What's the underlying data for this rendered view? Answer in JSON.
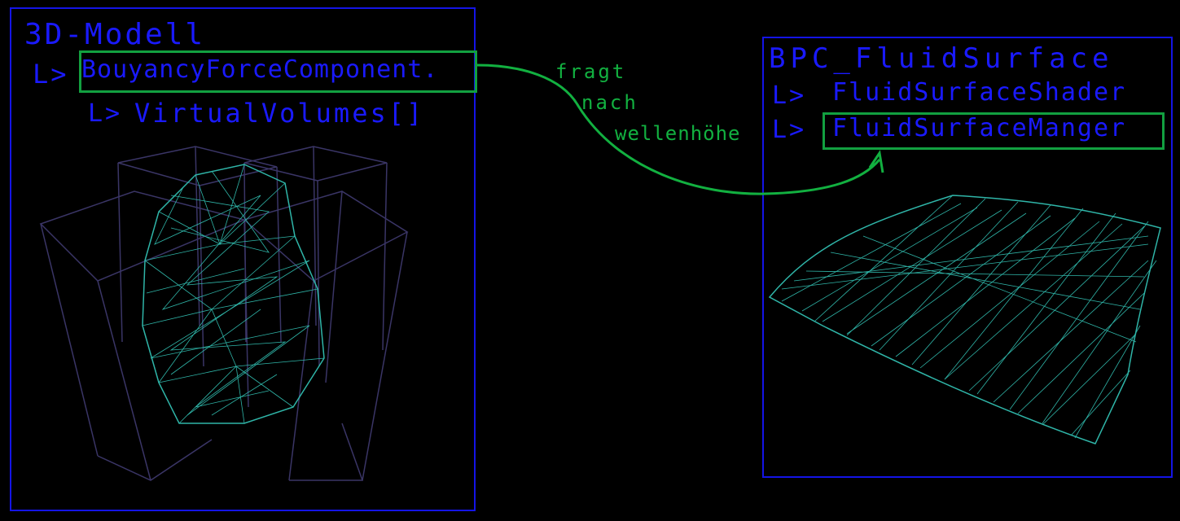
{
  "left": {
    "title": "3D-Modell",
    "arrow": "L>",
    "component": "BouyancyForceComponent.",
    "child_arrow": "L>",
    "child": "VirtualVolumes[]"
  },
  "connector": {
    "line1": "fragt",
    "line2": "nach",
    "line3": "wellenhöhe"
  },
  "right": {
    "title": "BPC_FluidSurface",
    "arrow1": "L>",
    "item1": "FluidSurfaceShader",
    "arrow2": "L>",
    "item2": "FluidSurfaceManger"
  },
  "colors": {
    "frame": "#1414e6",
    "text_blue": "#1a1aff",
    "annotation_green": "#12b040",
    "mesh": "#2fb5a8",
    "volume_lines": "#3a3566"
  }
}
